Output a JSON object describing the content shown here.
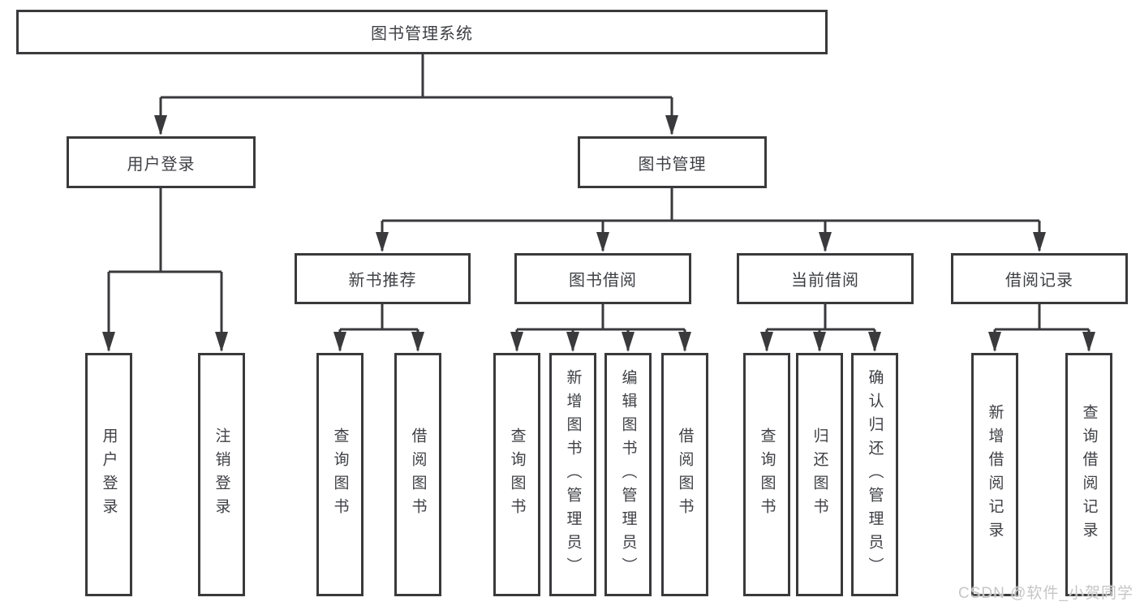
{
  "diagram": {
    "root": {
      "label": "图书管理系统"
    },
    "branches": [
      {
        "label": "用户登录",
        "children": [
          {
            "label": "用户登录"
          },
          {
            "label": "注销登录"
          }
        ]
      },
      {
        "label": "图书管理",
        "groups": [
          {
            "label": "新书推荐",
            "children": [
              {
                "label": "查询图书"
              },
              {
                "label": "借阅图书"
              }
            ]
          },
          {
            "label": "图书借阅",
            "children": [
              {
                "label": "查询图书"
              },
              {
                "label": "新增图书（管理员）"
              },
              {
                "label": "编辑图书（管理员）"
              },
              {
                "label": "借阅图书"
              }
            ]
          },
          {
            "label": "当前借阅",
            "children": [
              {
                "label": "查询图书"
              },
              {
                "label": "归还图书"
              },
              {
                "label": "确认归还（管理员）"
              }
            ]
          },
          {
            "label": "借阅记录",
            "children": [
              {
                "label": "新增借阅记录"
              },
              {
                "label": "查询借阅记录"
              }
            ]
          }
        ]
      }
    ]
  },
  "watermark": {
    "text": "CSDN @软件_小贺同学"
  },
  "colors": {
    "line": "#3a3a3c",
    "box_border": "#3a3a3c",
    "box_fill": "#ffffff",
    "text": "#3f4045",
    "watermark": "#c6c6c6",
    "background": "#ffffff"
  }
}
